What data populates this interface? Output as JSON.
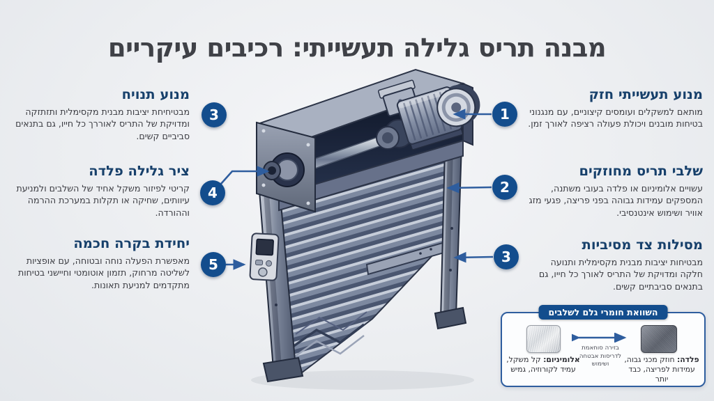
{
  "title": "מבנה תריס גלילה תעשייתי: רכיבים עיקריים",
  "colors": {
    "accent": "#2e5d9e",
    "badge": "#134d8d",
    "heading": "#17406b",
    "title": "#3f4147"
  },
  "callouts_right": [
    {
      "num": "1",
      "title": "מנוע תעשייתי חזק",
      "body": "מותאם למשקלים ועומסים קיצוניים, עם מנגנוני בטיחות מובנים ויכולת פעולה רציפה לאורך זמן."
    },
    {
      "num": "2",
      "title": "שלבי תריס מחוזקים",
      "body": "עשויים אלומיניום או פלדה בעובי משתנה, המספקים עמידות גבוהה בפני פריצה, פגעי מזג אוויר ושימוש אינטנסיבי."
    },
    {
      "num": "3",
      "title": "מסילות צד מסיביות",
      "body": "מבטיחות יציבות מבנית מקסימלית ותנועה חלקה ומדויקת של התריס לאורך כל חייו, גם בתנאים סביבתיים קשים."
    }
  ],
  "callouts_left": [
    {
      "num": "3",
      "title": "מנוע תנויח",
      "body": "מבטיחיחת יציבות מבנית מקסימלית ותזתזקה ומדויקת של התריס לאוררך כל חייו, גם בתנאים סביביים קשים."
    },
    {
      "num": "4",
      "title": "ציר גלילה פלדה",
      "body": "קריטי לפיזור משקל אחיד של השלבים ולמניעת עיוותים, שחיקה או תקלות במערכת ההרמה וההורדה."
    },
    {
      "num": "5",
      "title": "יחידת בקרה חכמה",
      "body": "מאפשרת הפעלה נוחה ובטוחה, עם אופציות לשליטה מרחוק, תזמון אוטומטי וחיישני בטיחות מתקדמים למניעת תאונות."
    }
  ],
  "comparison": {
    "header": "השוואת חומרי גלם לשלבים",
    "aluminum": {
      "name": "אלומיניום:",
      "desc": " קל משקל, עמיד לקורוזיה, גמיש"
    },
    "steel": {
      "name": "פלדה:",
      "desc": " חוזק מכני גבוה, עמידות לפריצה, כבד יותר"
    },
    "middle_note_lines": [
      "בזירה סוחאמת",
      "לדריסות אבטחה",
      "ושימוש"
    ]
  }
}
